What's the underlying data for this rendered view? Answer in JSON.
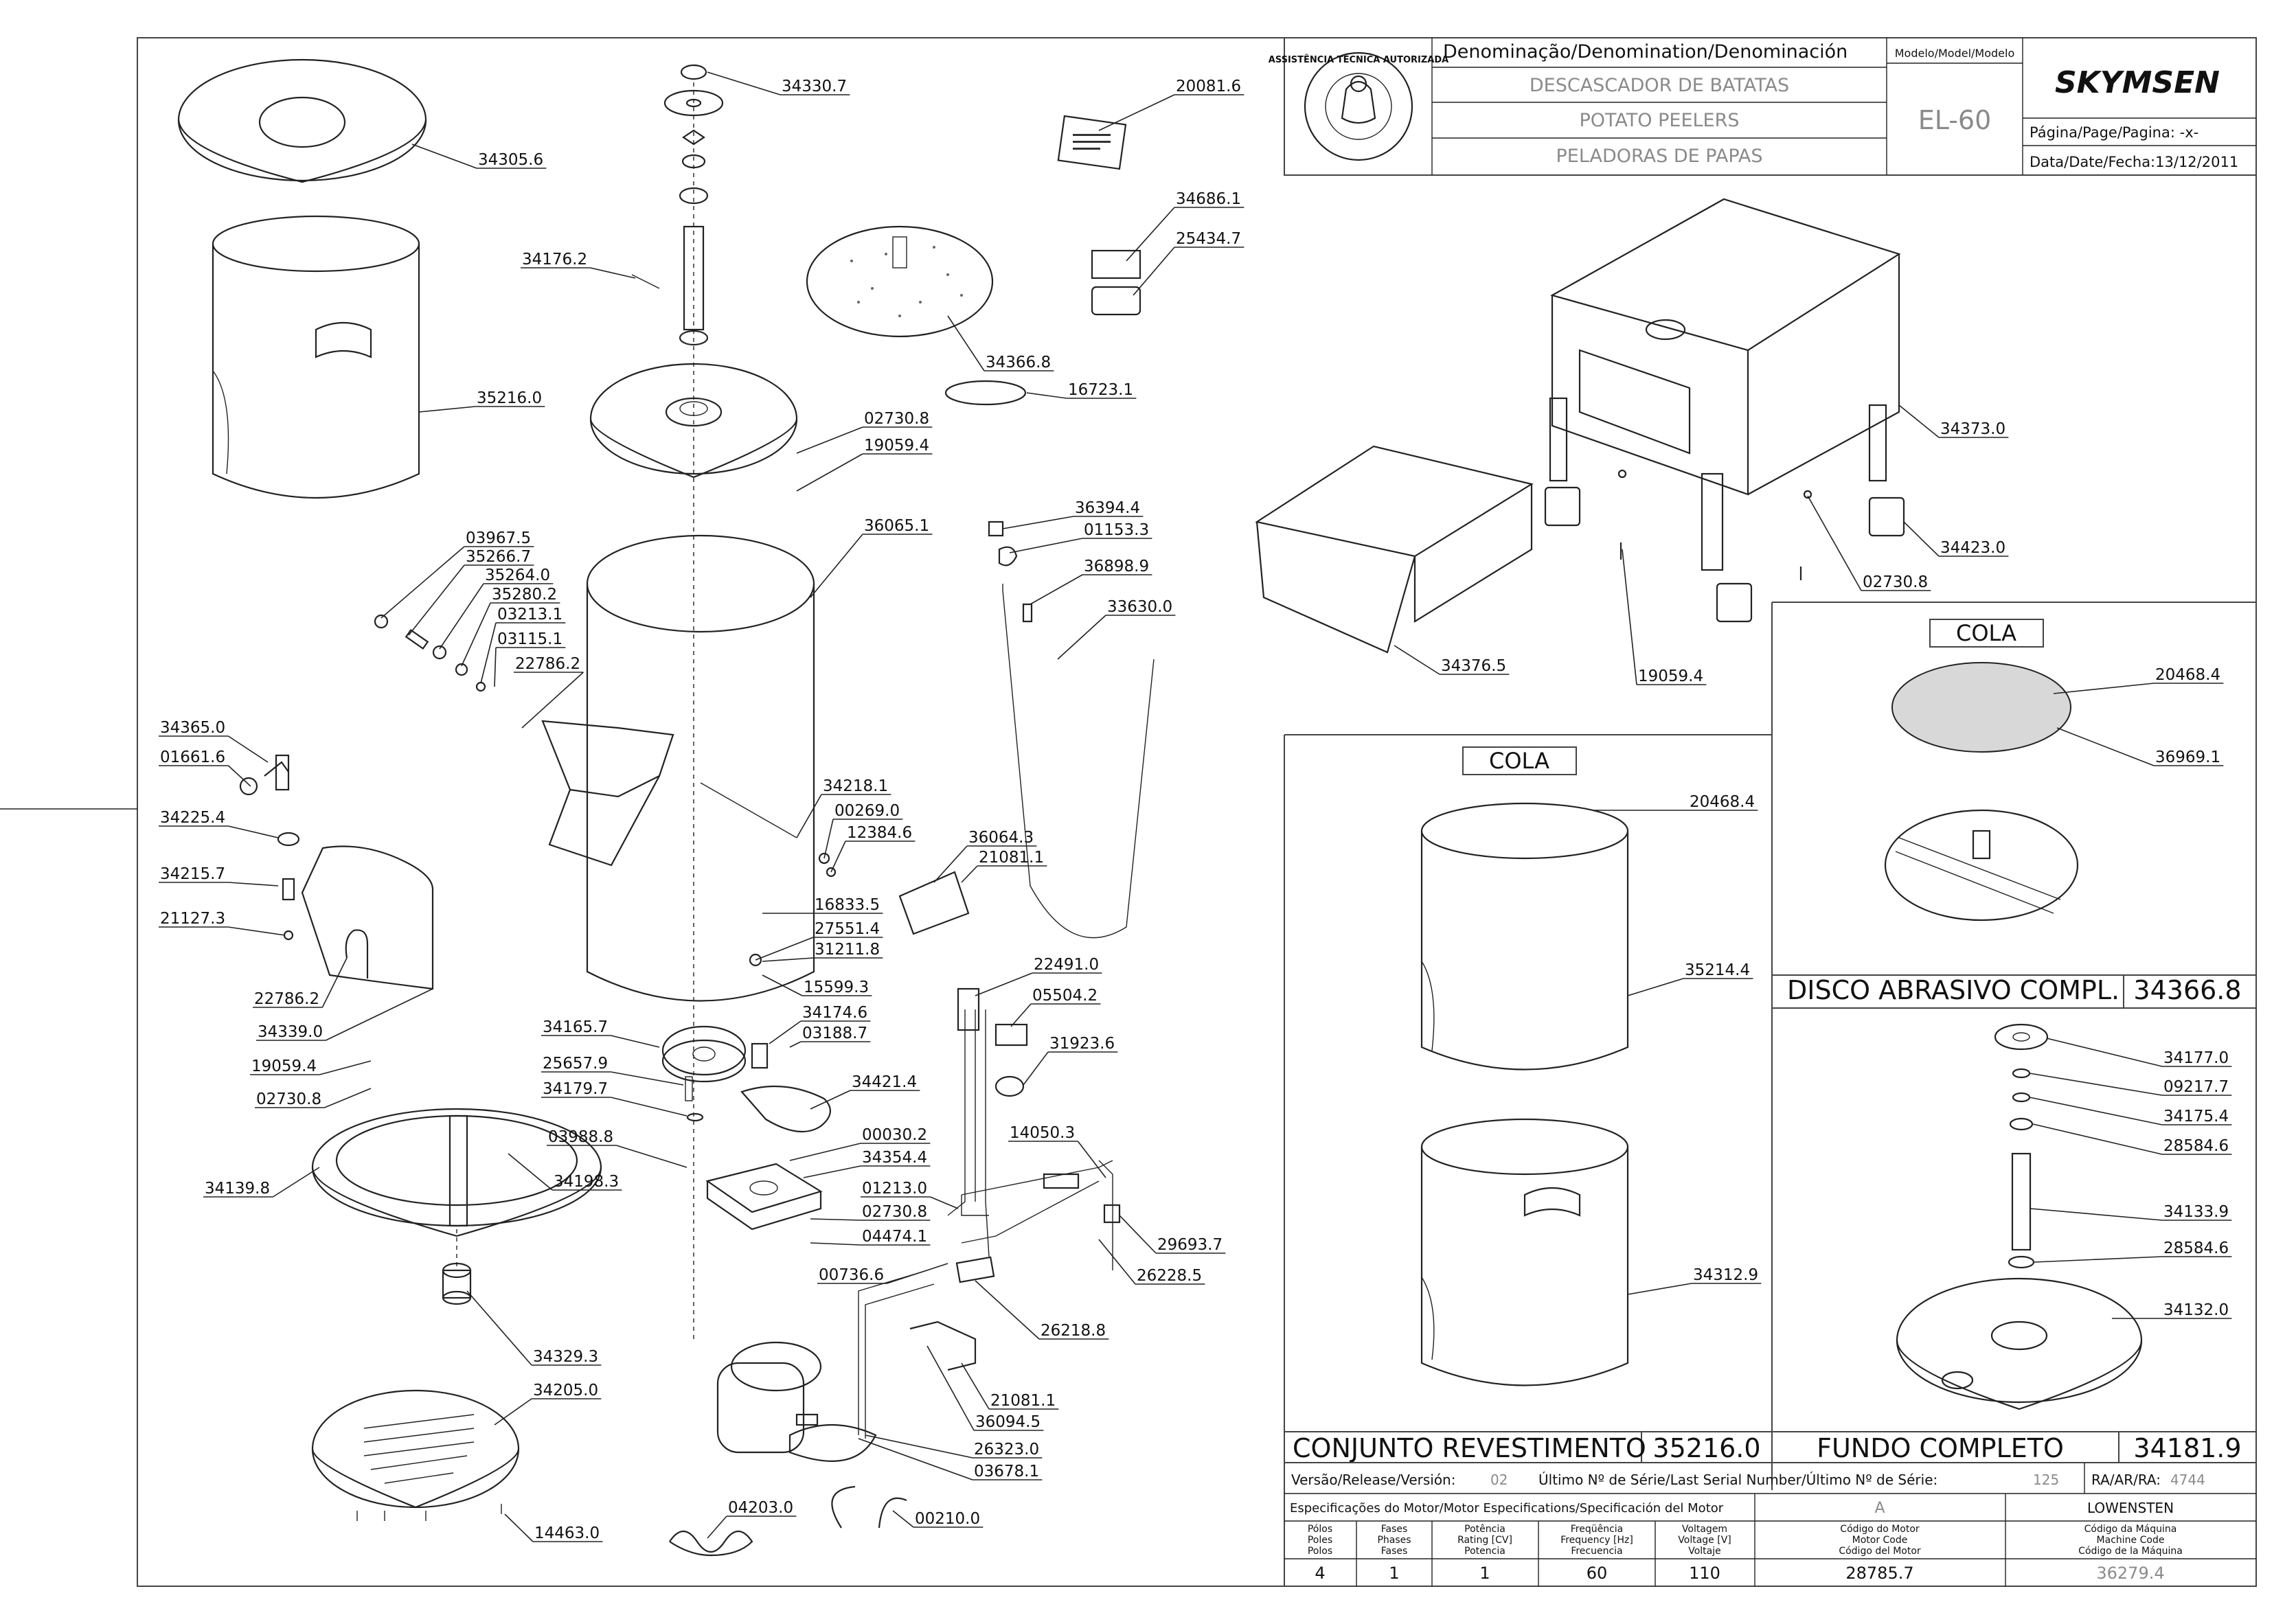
{
  "title_block": {
    "denomination_header": "Denominação/Denomination/Denominación",
    "name_pt": "DESCASCADOR DE BATATAS",
    "name_en": "POTATO PEELERS",
    "name_es": "PELADORAS DE PAPAS",
    "model_header": "Modelo/Model/Modelo",
    "model": "EL-60",
    "brand": "SKYMSEN",
    "page_label": "Página/Page/Pagina:",
    "page_value": "-x-",
    "date_label": "Data/Date/Fecha:",
    "date_value": "13/12/2011",
    "seal_text": "ASSISTÊNCIA TÉCNICA AUTORIZADA"
  },
  "main_parts": [
    "34330.7",
    "20081.6",
    "34305.6",
    "34176.2",
    "34686.1",
    "25434.7",
    "35216.0",
    "34366.8",
    "16723.1",
    "02730.8",
    "19059.4",
    "36065.1",
    "03967.5",
    "35266.7",
    "35264.0",
    "35280.2",
    "03213.1",
    "03115.1",
    "22786.2",
    "36394.4",
    "01153.3",
    "36898.9",
    "33630.0",
    "34365.0",
    "01661.6",
    "34225.4",
    "34218.1",
    "00269.0",
    "12384.6",
    "34215.7",
    "36064.3",
    "21081.1",
    "21127.3",
    "16833.5",
    "27551.4",
    "31211.8",
    "22786.2",
    "15599.3",
    "34339.0",
    "22491.0",
    "34165.7",
    "34174.6",
    "05504.2",
    "03188.7",
    "25657.9",
    "19059.4",
    "31923.6",
    "34179.7",
    "34421.4",
    "02730.8",
    "00030.2",
    "03988.8",
    "34354.4",
    "14050.3",
    "34139.8",
    "34198.3",
    "01213.0",
    "02730.8",
    "29693.7",
    "04474.1",
    "00736.6",
    "26228.5",
    "26218.8",
    "34329.3",
    "21081.1",
    "34205.0",
    "36094.5",
    "26323.0",
    "03678.1",
    "14463.0",
    "04203.0",
    "00210.0"
  ],
  "base_parts": [
    "34373.0",
    "34423.0",
    "02730.8",
    "34376.5",
    "19059.4"
  ],
  "panel_revestimento": {
    "cola": "COLA",
    "parts": [
      "20468.4",
      "35214.4",
      "34312.9"
    ],
    "title": "CONJUNTO REVESTIMENTO",
    "code": "35216.0"
  },
  "panel_disco": {
    "cola": "COLA",
    "parts": [
      "20468.4",
      "36969.1"
    ],
    "title": "DISCO ABRASIVO COMPL.",
    "code": "34366.8"
  },
  "panel_fundo": {
    "parts": [
      "34177.0",
      "09217.7",
      "34175.4",
      "28584.6",
      "34133.9",
      "28584.6",
      "34132.0"
    ],
    "title": "FUNDO COMPLETO",
    "code": "34181.9"
  },
  "release": {
    "version_label": "Versão/Release/Versión:",
    "version_value": "02",
    "serial_label": "Último Nº de Série/Last Serial Number/Último Nº de Série:",
    "serial_value": "125",
    "ra_label": "RA/AR/RA:",
    "ra_value": "4744"
  },
  "motor": {
    "spec_header": "Especificações do Motor/Motor Especifications/Specificación del Motor",
    "col_heads": [
      [
        "Pólos",
        "Poles",
        "Polos"
      ],
      [
        "Fases",
        "Phases",
        "Fases"
      ],
      [
        "Potência",
        "Rating [CV]",
        "Potencia"
      ],
      [
        "Freqüência",
        "Frequency [Hz]",
        "Frecuencia"
      ],
      [
        "Voltagem",
        "Voltage [V]",
        "Voltaje"
      ]
    ],
    "values": [
      "4",
      "1",
      "1",
      "60",
      "110"
    ],
    "supplier_a": "A",
    "supplier_b": "LOWENSTEN",
    "motor_code_heads": [
      "Código do Motor",
      "Motor Code",
      "Código del Motor"
    ],
    "machine_code_heads": [
      "Código da Máquina",
      "Machine Code",
      "Código de la Máquina"
    ],
    "motor_code": "28785.7",
    "machine_code": "36279.4"
  }
}
